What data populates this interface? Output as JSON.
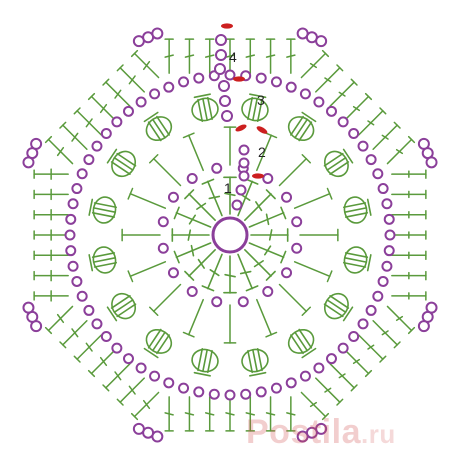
{
  "round_labels": [
    "1",
    "2",
    "3",
    "4"
  ],
  "watermark": {
    "text": "Postila",
    "domain": ".ru"
  },
  "colors": {
    "stitch": "#5a9a3c",
    "chain": "#8b3f9a",
    "marker": "#cc1f1f",
    "background": "#ffffff"
  },
  "stitch_symbols": [
    "chain-circle",
    "double-crochet",
    "puff-stitch",
    "slip-stitch-marker"
  ]
}
